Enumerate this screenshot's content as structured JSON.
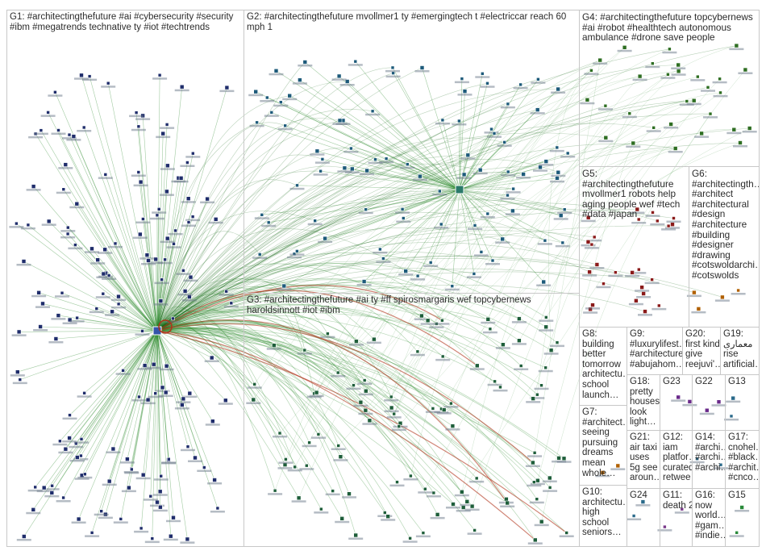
{
  "groups": [
    {
      "id": "G1",
      "label": "G1: #architectingthefuture #ai #cybersecurity #security #ibm #megatrends technative ty #iot #techtrends",
      "nodes": 150,
      "color": "#1f2d6b"
    },
    {
      "id": "G2",
      "label": "G2: #architectingthefuture mvollmer1 ty #emergingtech t #electriccar reach 60 mph 1",
      "nodes": 90,
      "color": "#1d5a7a"
    },
    {
      "id": "G3",
      "label": "G3: #architectingthefuture #ai ty #ff spirosmargaris wef topcybernews haroldsinnott #iot #ibm",
      "nodes": 95,
      "color": "#1e5e3a"
    },
    {
      "id": "G4",
      "label": "G4: #architectingthefuture topcybernews #ai #robot #healthtech autonomous ambulance #drone save people",
      "nodes": 30,
      "color": "#2e6e22"
    },
    {
      "id": "G5",
      "label": "G5: #architectingthefuture mvollmer1 robots help aging people wef #tech #data #japan",
      "nodes": 25,
      "color": "#8a1a1a"
    },
    {
      "id": "G6",
      "label": "G6: #architectingth… #architect #architectural #design #architecture #building #designer #drawing #cotswoldarchi… #cotswolds",
      "nodes": 4,
      "color": "#b06000"
    },
    {
      "id": "G7",
      "label": "G7: #architect… seeing pursuing dreams mean whole…",
      "nodes": 2,
      "color": "#b06000"
    },
    {
      "id": "G8",
      "label": "G8: building better tomorrow architectu… school launch…",
      "nodes": 0,
      "color": "#444444"
    },
    {
      "id": "G9",
      "label": "G9: #luxurylifest… #architecture #abujahom…",
      "nodes": 0,
      "color": "#444444"
    },
    {
      "id": "G10",
      "label": "G10: architectu… high school seniors…",
      "nodes": 0,
      "color": "#444444"
    },
    {
      "id": "G11",
      "label": "G11: death 2",
      "nodes": 2,
      "color": "#7a3a8a"
    },
    {
      "id": "G12",
      "label": "",
      "nodes": 0,
      "color": "#444444"
    },
    {
      "id": "G13",
      "label": "G13",
      "nodes": 2,
      "color": "#2a6a8a"
    },
    {
      "id": "G14",
      "label": "G14: #archi… #archi… #archi…",
      "nodes": 2,
      "color": "#2a6a8a"
    },
    {
      "id": "G15",
      "label": "G15",
      "nodes": 2,
      "color": "#2a8a3a"
    },
    {
      "id": "G16",
      "label": "G16: now world… #gam… #indie…",
      "nodes": 0,
      "color": "#444444"
    },
    {
      "id": "G17",
      "label": "G17: cnohel… #black… #archit… #cnco…",
      "nodes": 0,
      "color": "#444444"
    },
    {
      "id": "G18",
      "label": "G18: pretty houses look light…",
      "nodes": 0,
      "color": "#444444"
    },
    {
      "id": "G19",
      "label": "G19: معماری rise artificial…",
      "nodes": 0,
      "color": "#444444"
    },
    {
      "id": "G20",
      "label": "G20: first kind give reejuvi'…",
      "nodes": 0,
      "color": "#444444"
    },
    {
      "id": "G21",
      "label": "G21: air taxi uses 5g see aroun…",
      "nodes": 0,
      "color": "#444444"
    },
    {
      "id": "G22",
      "label": "G22",
      "nodes": 2,
      "color": "#6a2a8a"
    },
    {
      "id": "G23",
      "label": "G23",
      "nodes": 2,
      "color": "#6a2a8a"
    },
    {
      "id": "G24",
      "label": "G24",
      "nodes": 2,
      "color": "#2a6a8a"
    },
    {
      "id": "G25",
      "label": "G12: iam platfor… curated retwee…",
      "nodes": 0,
      "color": "#444444"
    }
  ],
  "colors": {
    "edge_green": "#2e8b2e",
    "edge_dark": "#1a6a1a",
    "edge_red": "#b0331a",
    "panel_border": "#c8c8c8",
    "label_bg": "#ffffff"
  }
}
